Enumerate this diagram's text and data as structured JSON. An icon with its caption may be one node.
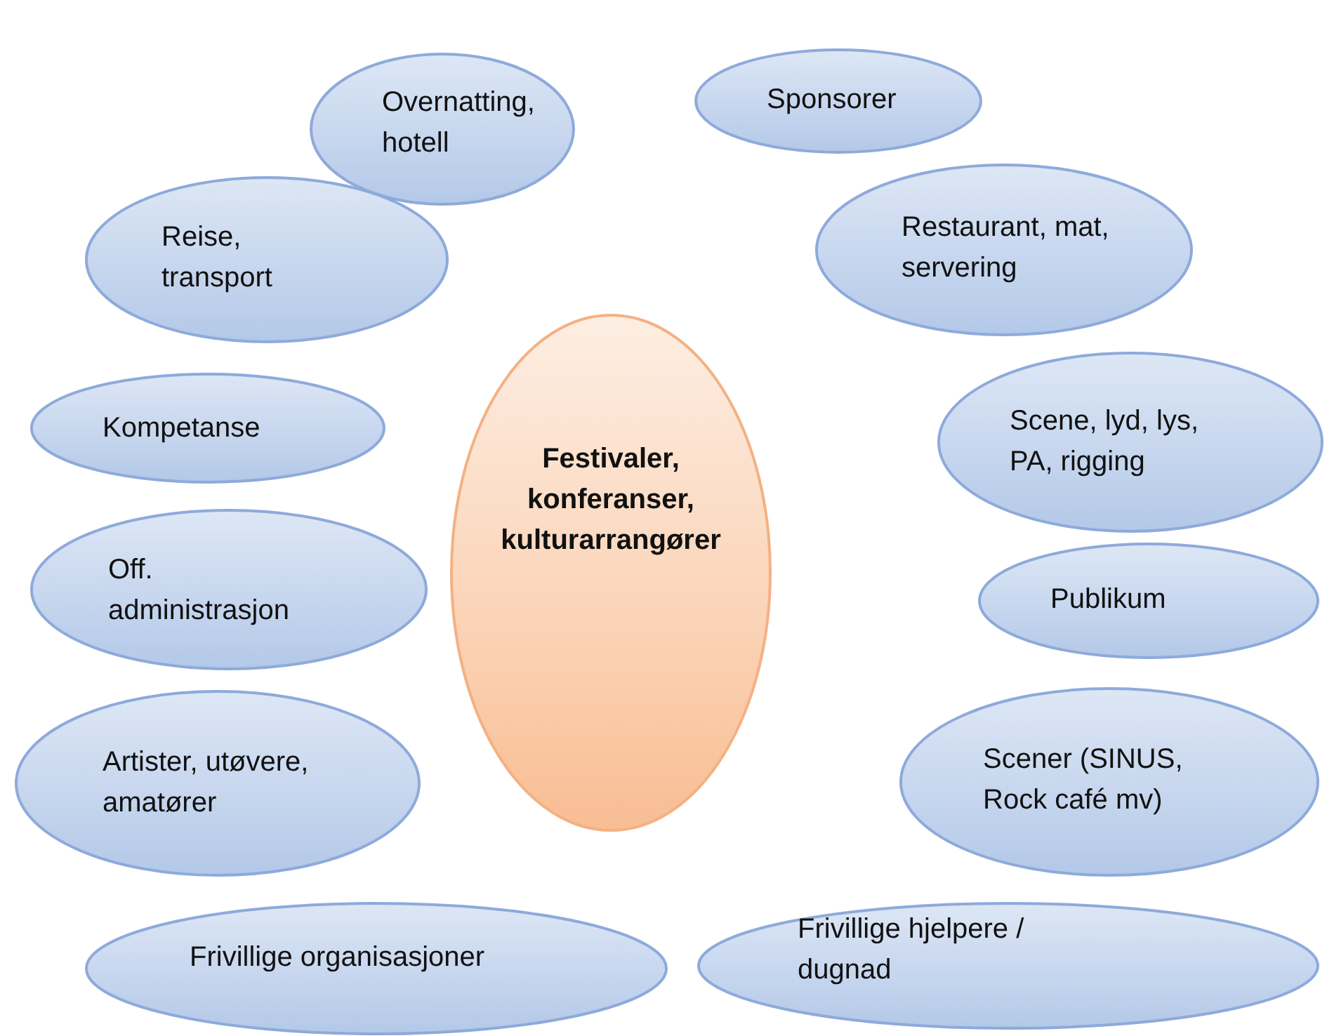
{
  "diagram": {
    "nodes": [
      {
        "text": [
          "Festivaler, konferanser, kulturarrangører"
        ]
      },
      {
        "text": [
          "Overnatting, hotell"
        ]
      },
      {
        "text": [
          "Sponsorer"
        ]
      },
      {
        "text": [
          "Reise, transport"
        ]
      },
      {
        "text": [
          "Restaurant, mat, servering"
        ]
      },
      {
        "text": [
          "Kompetanse"
        ]
      },
      {
        "text": [
          "Scene, lyd, lys, PA, rigging"
        ]
      },
      {
        "text": [
          "Off. administrasjon"
        ]
      },
      {
        "text": [
          "Publikum"
        ]
      },
      {
        "text": [
          "Artister, utøvere, amatører"
        ]
      },
      {
        "text": [
          "Scener (SINUS, Rock café mv)"
        ]
      },
      {
        "text": [
          "Frivillige organisasjoner"
        ]
      },
      {
        "text": [
          "Frivillige hjelpere / dugnad"
        ]
      }
    ]
  }
}
